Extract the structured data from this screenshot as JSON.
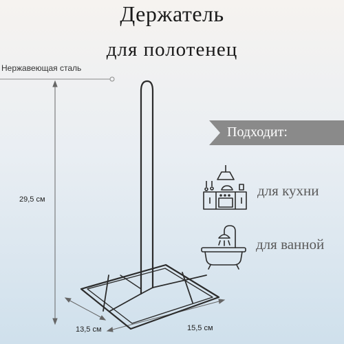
{
  "title": {
    "line1": "Держатель",
    "line2": "для полотенец"
  },
  "material": "Нержавеющая сталь",
  "dimensions": {
    "height": "29,5 см",
    "depth": "13,5 см",
    "width": "15,5 см"
  },
  "suitable": {
    "heading": "Подходит:",
    "items": [
      {
        "label": "для кухни",
        "icon": "kitchen-icon"
      },
      {
        "label": "для ванной",
        "icon": "bathtub-icon"
      }
    ]
  },
  "colors": {
    "banner": "#8a8a8a",
    "product": "#2b2b2b",
    "dimension_lines": "#666666"
  }
}
